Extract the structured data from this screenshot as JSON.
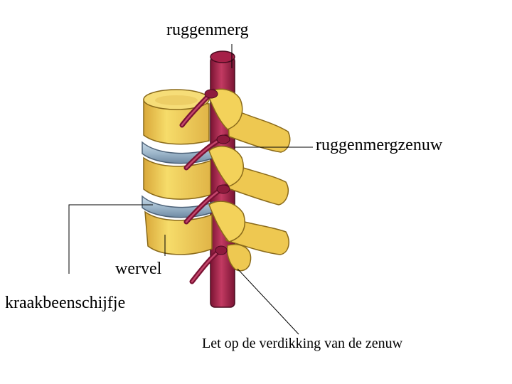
{
  "labels": {
    "spinal_cord": "ruggenmerg",
    "spinal_nerve": "ruggenmergzenuw",
    "vertebra": "wervel",
    "disc": "kraakbeenschijfje",
    "note": "Let op de verdikking van de zenuw"
  },
  "colors": {
    "bone": "#f3d25a",
    "bone_shadow": "#c99a2a",
    "disc": "#a9c2d6",
    "cord": "#a62048",
    "nerve": "#7a1233",
    "line": "#000000"
  }
}
